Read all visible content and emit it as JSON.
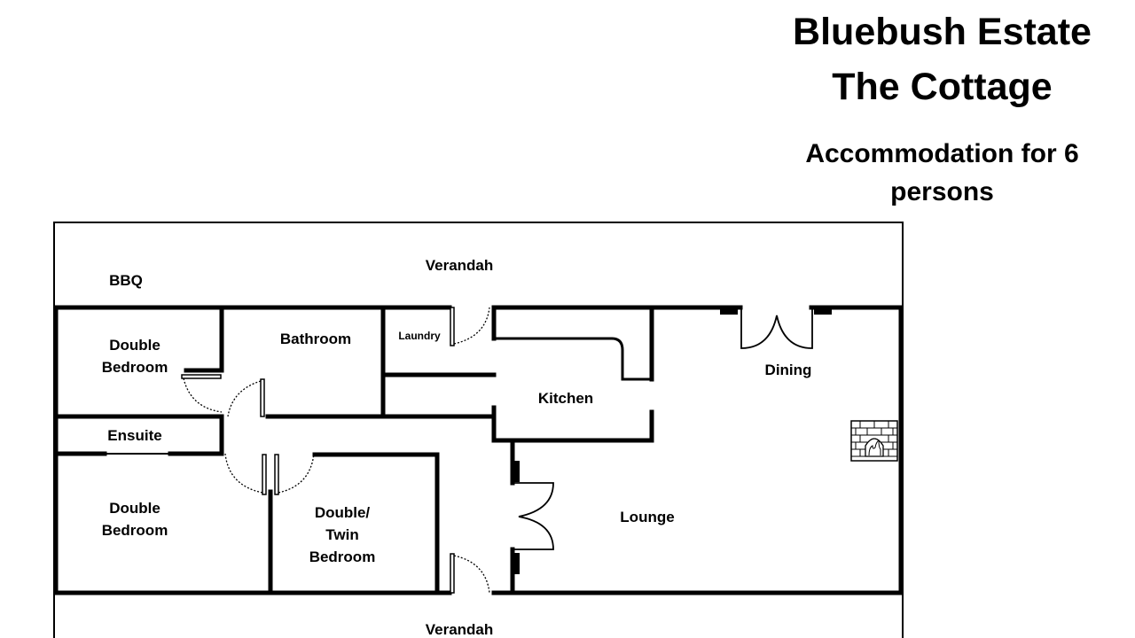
{
  "header": {
    "title_line1": "Bluebush Estate",
    "title_line2": "The Cottage",
    "subtitle_line1": "Accommodation for 6",
    "subtitle_line2": "persons"
  },
  "rooms": {
    "verandah_top": "Verandah",
    "bbq": "BBQ",
    "bedroom1_line1": "Double",
    "bedroom1_line2": "Bedroom",
    "bathroom": "Bathroom",
    "laundry": "Laundry",
    "kitchen": "Kitchen",
    "dining": "Dining",
    "ensuite": "Ensuite",
    "bedroom2_line1": "Double",
    "bedroom2_line2": "Bedroom",
    "bedroom3_line1": "Double/",
    "bedroom3_line2": "Twin",
    "bedroom3_line3": "Bedroom",
    "lounge": "Lounge",
    "verandah_bottom": "Verandah"
  },
  "icons": {
    "fireplace": "fireplace-icon"
  }
}
